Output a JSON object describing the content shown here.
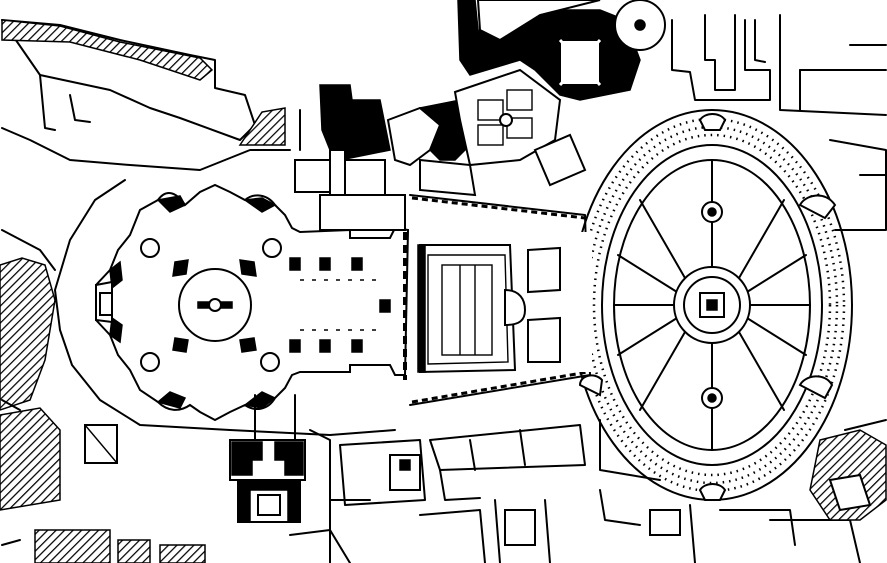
{
  "map": {
    "features": [
      {
        "name": "basilica",
        "icon": "cross-plan"
      },
      {
        "name": "dome",
        "icon": "circle"
      },
      {
        "name": "piazza-ellipse",
        "icon": "ellipse"
      },
      {
        "name": "colonnade",
        "icon": "dotted-ring"
      },
      {
        "name": "obelisk",
        "icon": "square-in-circle"
      },
      {
        "name": "fountains",
        "icon": "circles"
      },
      {
        "name": "forecourt",
        "icon": "trapezoid"
      },
      {
        "name": "palace-block",
        "icon": "solid-block"
      }
    ]
  },
  "colors": {
    "ink": "#000000",
    "paper": "#ffffff"
  }
}
